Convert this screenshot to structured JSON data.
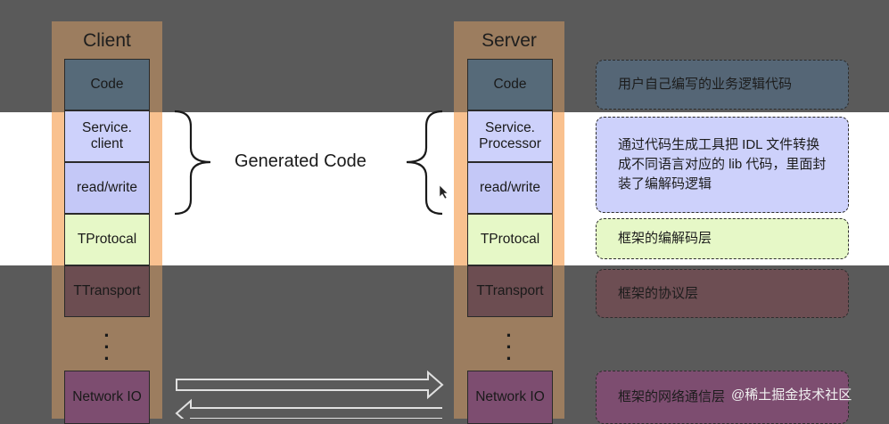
{
  "client": {
    "title": "Client",
    "layers": [
      "Code",
      "Service.\nclient",
      "read/write",
      "TProtocal",
      "TTransport",
      "Network IO"
    ]
  },
  "server": {
    "title": "Server",
    "layers": [
      "Code",
      "Service.\nProcessor",
      "read/write",
      "TProtocal",
      "TTransport",
      "Network IO"
    ]
  },
  "generated_code_label": "Generated Code",
  "notes": {
    "code": "用户自己编写的业务逻辑代码",
    "generated": "通过代码生成工具把 IDL 文件转换成不同语言对应的 lib 代码，里面封装了编解码逻辑",
    "protocol": "框架的编解码层",
    "transport": "框架的协议层",
    "network": "框架的网络通信层"
  },
  "watermark": "@稀土掘金技术社区",
  "colors": {
    "code": "#566a79",
    "service": "#cdd1fb",
    "protocol": "#e6f8c7",
    "transport": "#6c4d51",
    "network": "#7d4d70",
    "column": "#f9c18f"
  }
}
